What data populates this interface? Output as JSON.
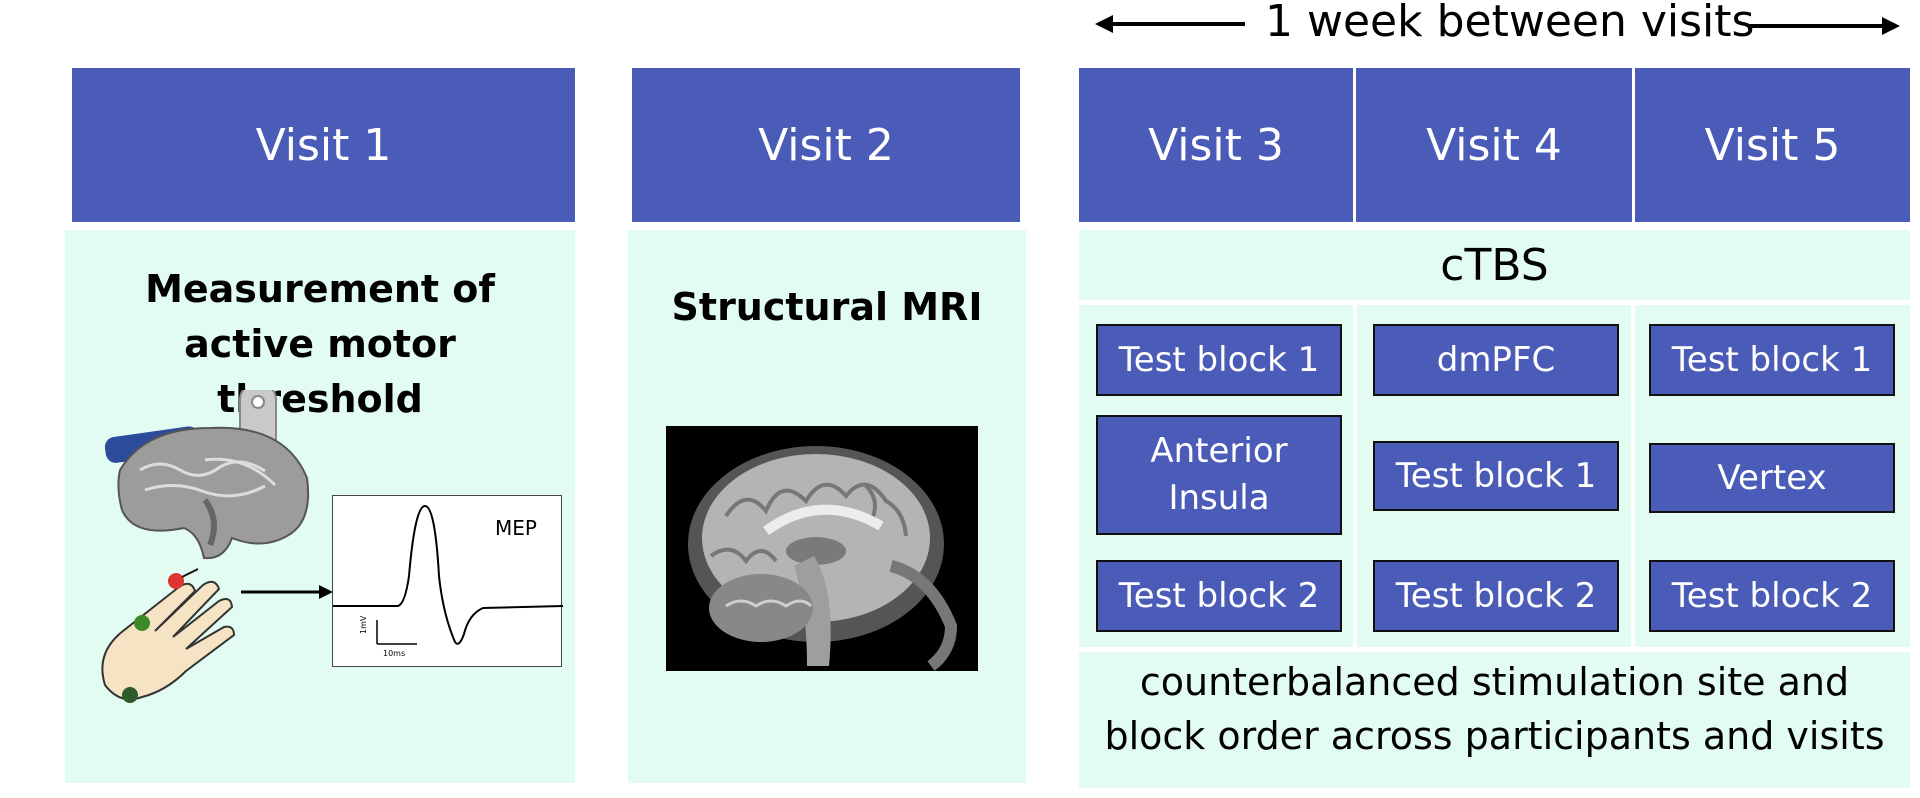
{
  "arrow": {
    "label": "1 week between visits"
  },
  "visits": [
    {
      "label": "Visit 1"
    },
    {
      "label": "Visit 2"
    },
    {
      "label": "Visit 3"
    },
    {
      "label": "Visit 4"
    },
    {
      "label": "Visit 5"
    }
  ],
  "visit1": {
    "title": "Measurement of active motor threshold",
    "mep_label": "MEP",
    "scale_v": "1mV",
    "scale_t": "10ms"
  },
  "visit2": {
    "title": "Structural MRI"
  },
  "ctbs": {
    "label": "cTBS"
  },
  "columns": [
    {
      "blocks": [
        "Test block 1",
        "Anterior Insula",
        "Test block 2"
      ]
    },
    {
      "blocks": [
        "dmPFC",
        "Test block 1",
        "Test block 2"
      ]
    },
    {
      "blocks": [
        "Test block 1",
        "Vertex",
        "Test block 2"
      ]
    }
  ],
  "footer": {
    "text": "counterbalanced stimulation site and block order across participants and visits"
  },
  "colors": {
    "header": "#4b5bb8",
    "panel": "#e2fcf1",
    "text_on_header": "#ffffff"
  }
}
